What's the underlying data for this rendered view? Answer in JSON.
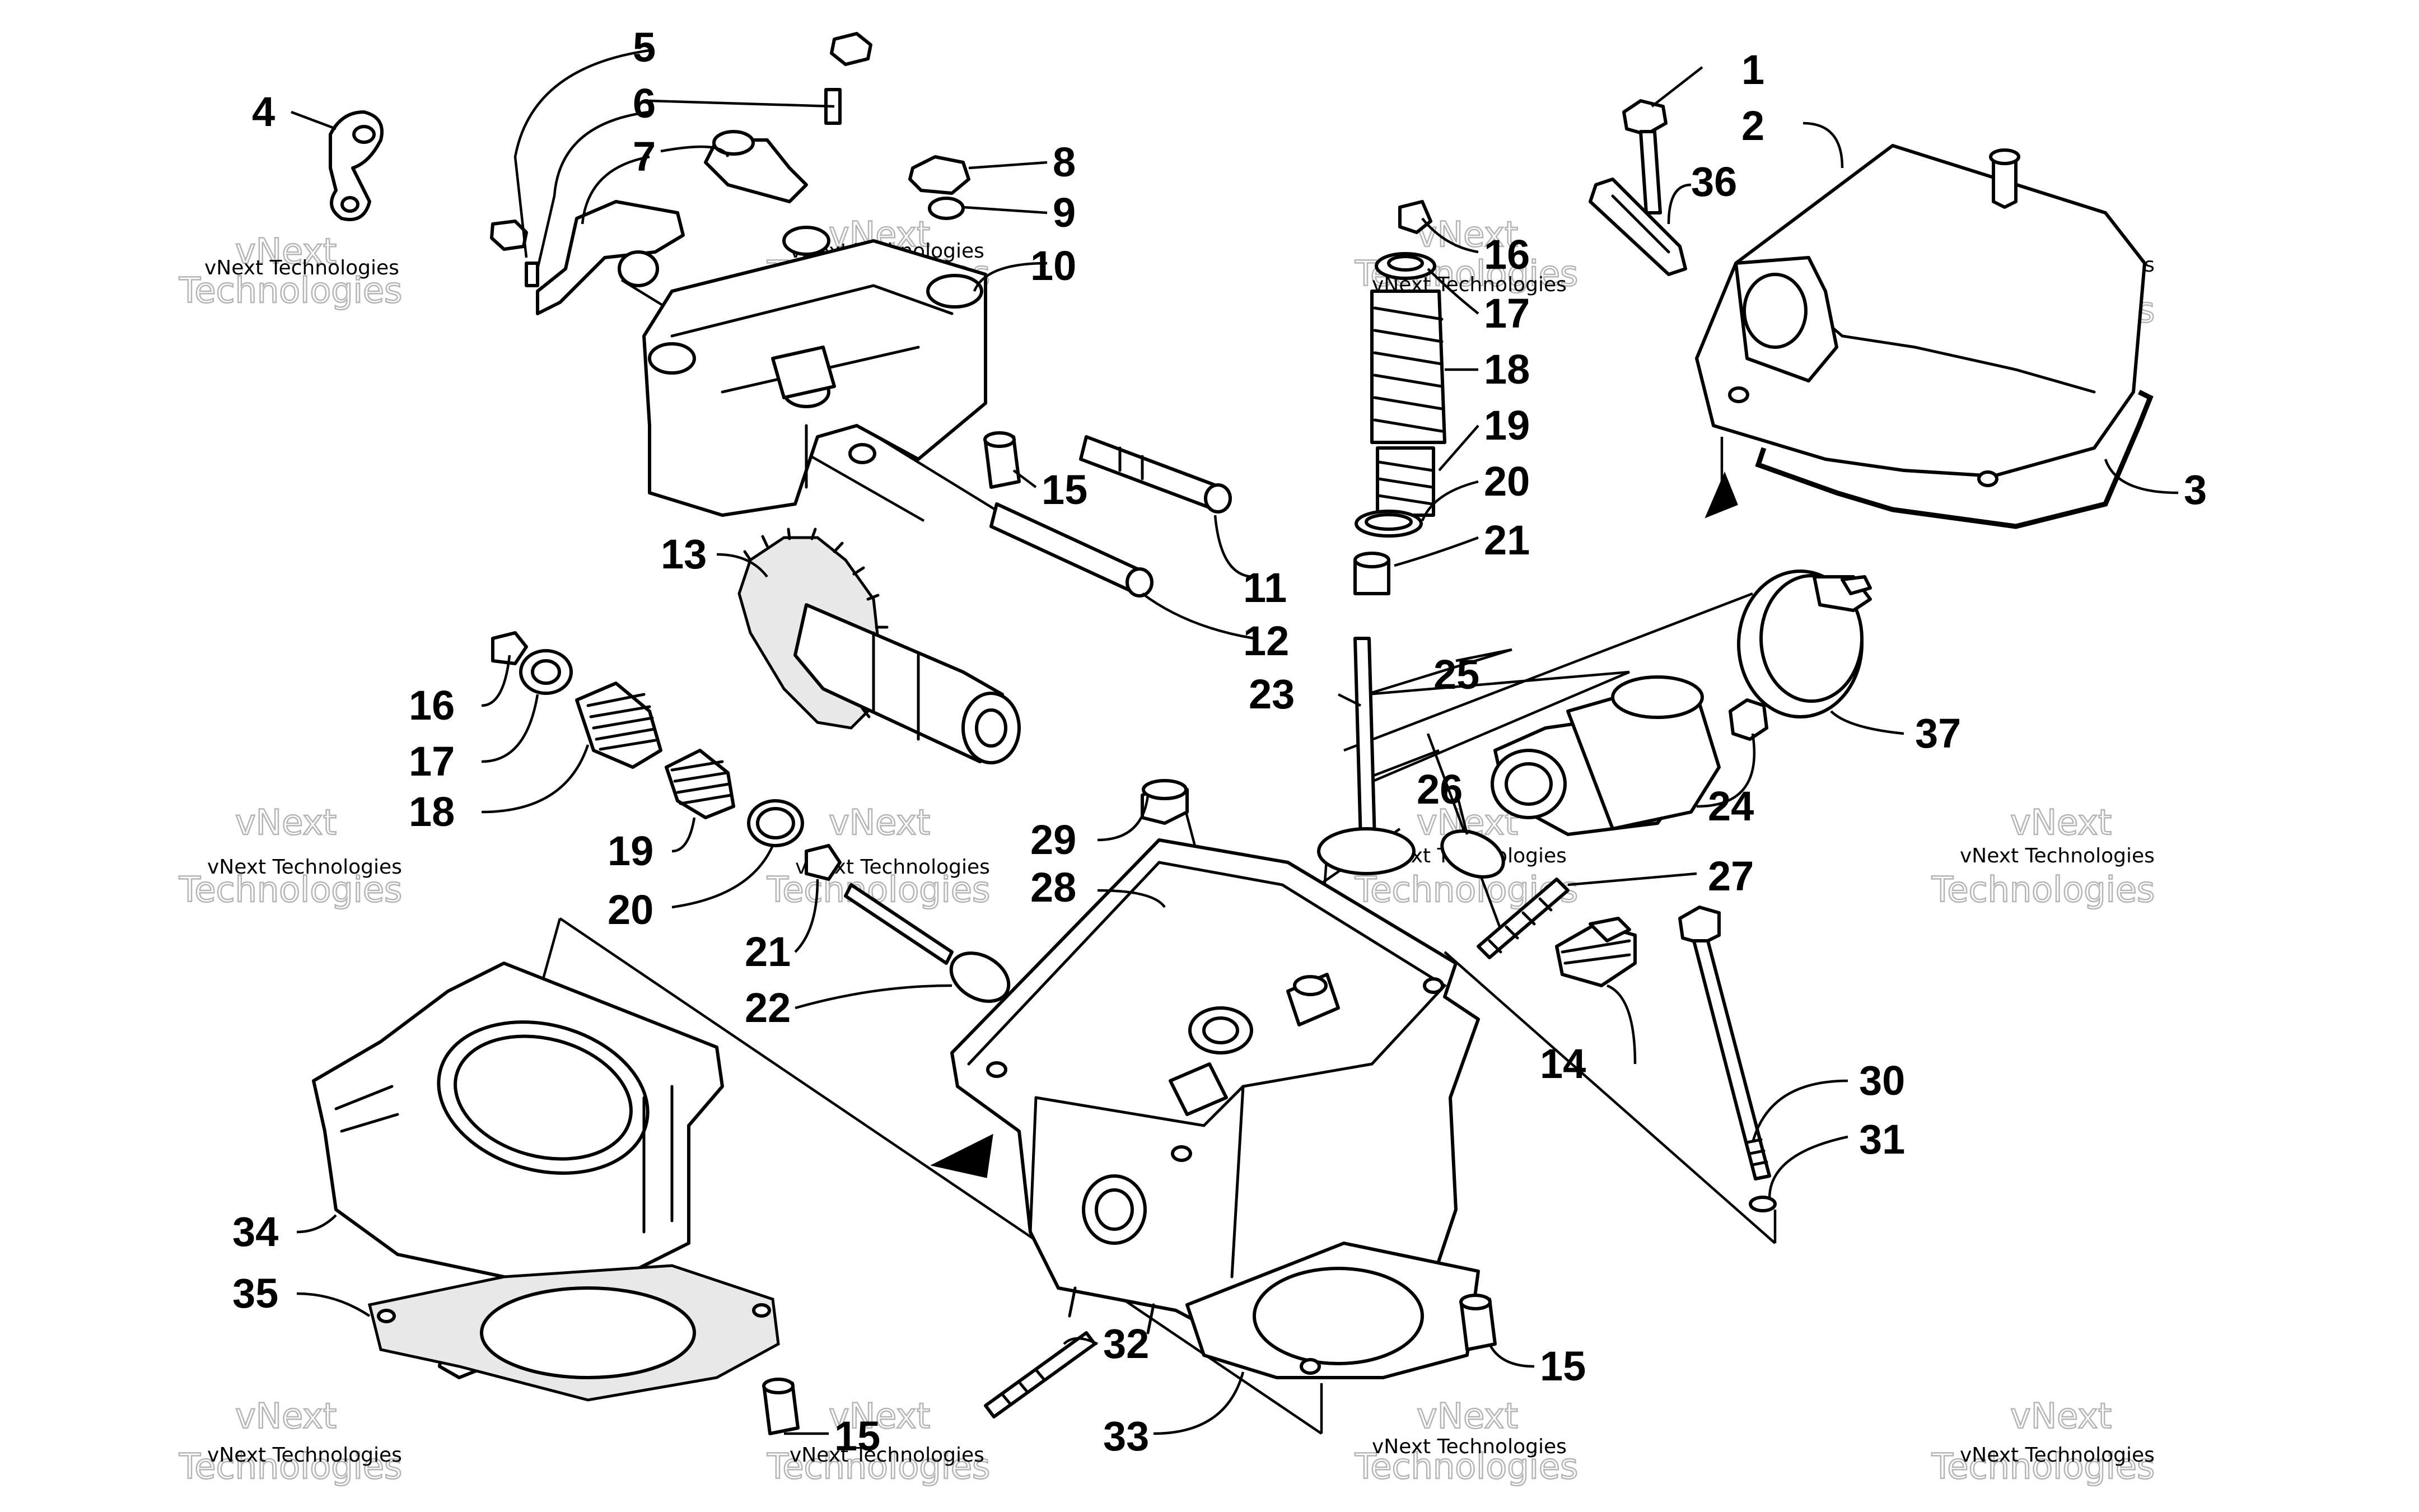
{
  "diagram": {
    "callouts": [
      {
        "id": "c1",
        "label": "1"
      },
      {
        "id": "c2",
        "label": "2"
      },
      {
        "id": "c3",
        "label": "3"
      },
      {
        "id": "c4",
        "label": "4"
      },
      {
        "id": "c5",
        "label": "5"
      },
      {
        "id": "c6",
        "label": "6"
      },
      {
        "id": "c7",
        "label": "7"
      },
      {
        "id": "c8",
        "label": "8"
      },
      {
        "id": "c9",
        "label": "9"
      },
      {
        "id": "c10",
        "label": "10"
      },
      {
        "id": "c11",
        "label": "11"
      },
      {
        "id": "c12",
        "label": "12"
      },
      {
        "id": "c13",
        "label": "13"
      },
      {
        "id": "c14",
        "label": "14"
      },
      {
        "id": "c15a",
        "label": "15"
      },
      {
        "id": "c15b",
        "label": "15"
      },
      {
        "id": "c15c",
        "label": "15"
      },
      {
        "id": "c16a",
        "label": "16"
      },
      {
        "id": "c16b",
        "label": "16"
      },
      {
        "id": "c17a",
        "label": "17"
      },
      {
        "id": "c17b",
        "label": "17"
      },
      {
        "id": "c18a",
        "label": "18"
      },
      {
        "id": "c18b",
        "label": "18"
      },
      {
        "id": "c19a",
        "label": "19"
      },
      {
        "id": "c19b",
        "label": "19"
      },
      {
        "id": "c20a",
        "label": "20"
      },
      {
        "id": "c20b",
        "label": "20"
      },
      {
        "id": "c21a",
        "label": "21"
      },
      {
        "id": "c21b",
        "label": "21"
      },
      {
        "id": "c22",
        "label": "22"
      },
      {
        "id": "c23",
        "label": "23"
      },
      {
        "id": "c24",
        "label": "24"
      },
      {
        "id": "c25",
        "label": "25"
      },
      {
        "id": "c26",
        "label": "26"
      },
      {
        "id": "c27",
        "label": "27"
      },
      {
        "id": "c28",
        "label": "28"
      },
      {
        "id": "c29",
        "label": "29"
      },
      {
        "id": "c30",
        "label": "30"
      },
      {
        "id": "c31",
        "label": "31"
      },
      {
        "id": "c32",
        "label": "32"
      },
      {
        "id": "c33",
        "label": "33"
      },
      {
        "id": "c34",
        "label": "34"
      },
      {
        "id": "c35",
        "label": "35"
      },
      {
        "id": "c36",
        "label": "36"
      },
      {
        "id": "c37",
        "label": "37"
      }
    ]
  },
  "watermark": {
    "line1": "vNext Technologies",
    "line2": "vNext",
    "line3": "Technologies"
  }
}
